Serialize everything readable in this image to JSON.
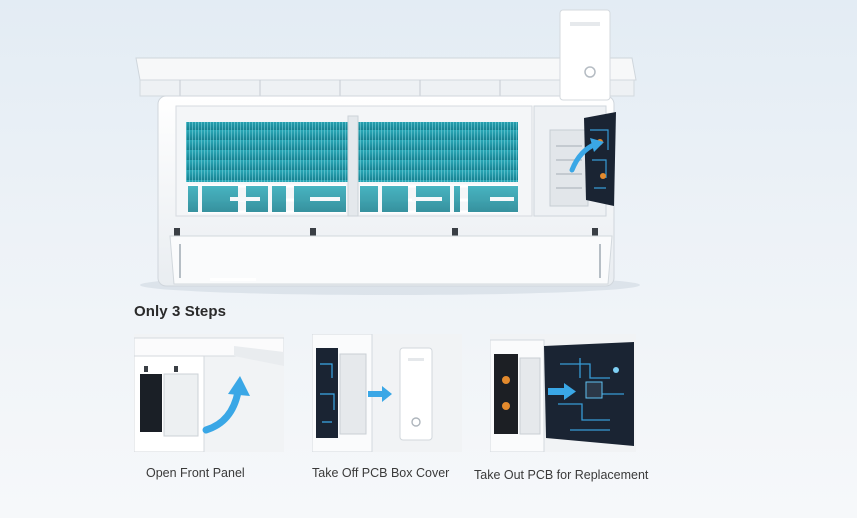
{
  "heading": "Only 3 Steps",
  "steps": [
    {
      "label": "Open Front Panel",
      "image": "open-front-panel-photo"
    },
    {
      "label": "Take Off PCB Box Cover",
      "image": "pcb-box-cover-photo"
    },
    {
      "label": "Take Out PCB for Replacement",
      "image": "pcb-replacement-photo"
    }
  ],
  "icons": [
    "curved-arrow-icon",
    "right-arrow-icon"
  ],
  "colors": {
    "accent": "#3aa7e6",
    "coil": "#1f9fb0",
    "pcb": "#1a2433"
  }
}
